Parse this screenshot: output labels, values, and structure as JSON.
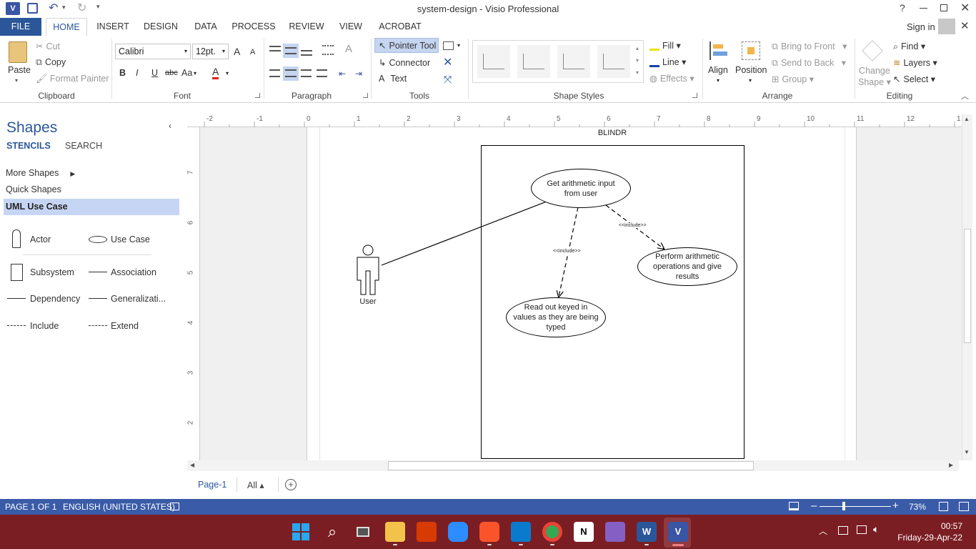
{
  "window": {
    "title": "system-design - Visio Professional",
    "help": "?"
  },
  "tabs": [
    "FILE",
    "HOME",
    "INSERT",
    "DESIGN",
    "DATA",
    "PROCESS",
    "REVIEW",
    "VIEW",
    "ACROBAT"
  ],
  "signin": "Sign in",
  "clipboard": {
    "paste": "Paste",
    "cut": "Cut",
    "copy": "Copy",
    "format_painter": "Format Painter",
    "label": "Clipboard"
  },
  "font": {
    "family": "Calibri",
    "size": "12pt.",
    "label": "Font",
    "bold": "B",
    "italic": "I",
    "underline": "U",
    "strike": "abc",
    "case": "Aa",
    "color_a": "A",
    "grow": "A",
    "shrink": "A"
  },
  "paragraph": {
    "label": "Paragraph"
  },
  "tools": {
    "pointer": "Pointer Tool",
    "connector": "Connector",
    "text": "Text",
    "label": "Tools",
    "text_icon": "A"
  },
  "shape_styles": {
    "label": "Shape Styles",
    "fill": "Fill",
    "line": "Line",
    "effects": "Effects"
  },
  "arrange": {
    "align": "Align",
    "position": "Position",
    "bring_front": "Bring to Front",
    "send_back": "Send to Back",
    "group": "Group",
    "label": "Arrange"
  },
  "editing": {
    "change_shape_1": "Change",
    "change_shape_2": "Shape",
    "find": "Find",
    "layers": "Layers",
    "select": "Select",
    "label": "Editing"
  },
  "shapes_pane": {
    "title": "Shapes",
    "stencils": "STENCILS",
    "search": "SEARCH",
    "more_shapes": "More Shapes",
    "quick_shapes": "Quick Shapes",
    "uml_use_case": "UML Use Case",
    "items": [
      "Actor",
      "Use Case",
      "Subsystem",
      "Association",
      "Dependency",
      "Generalizati...",
      "Include",
      "Extend"
    ]
  },
  "ruler": {
    "h": [
      "-2",
      "-1",
      "0",
      "1",
      "2",
      "3",
      "4",
      "5",
      "6",
      "7",
      "8",
      "9",
      "10",
      "11",
      "12",
      "1"
    ],
    "v": [
      "7",
      "6",
      "5",
      "4",
      "3",
      "2"
    ]
  },
  "diagram": {
    "system_name": "BLINDR",
    "actor": "User",
    "uc1": "Get arithmetic input from user",
    "uc2": "Perform arithmetic operations and give results",
    "uc3": "Read out keyed in values as they are being typed",
    "include1": "<<include>>",
    "include2": "<<include>>"
  },
  "pagebar": {
    "page": "Page-1",
    "all": "All ▴"
  },
  "status": {
    "page": "PAGE 1 OF 1",
    "language": "ENGLISH (UNITED STATES)",
    "zoom": "73%"
  },
  "clock": {
    "time": "00:57",
    "date": "Friday-29-Apr-22"
  },
  "colors": {
    "accent": "#2b579a",
    "visio": "#3955a3",
    "status": "#3a5ba8",
    "taskbar": "#7a1e23",
    "selected_stencil": "#c7d5f5"
  }
}
